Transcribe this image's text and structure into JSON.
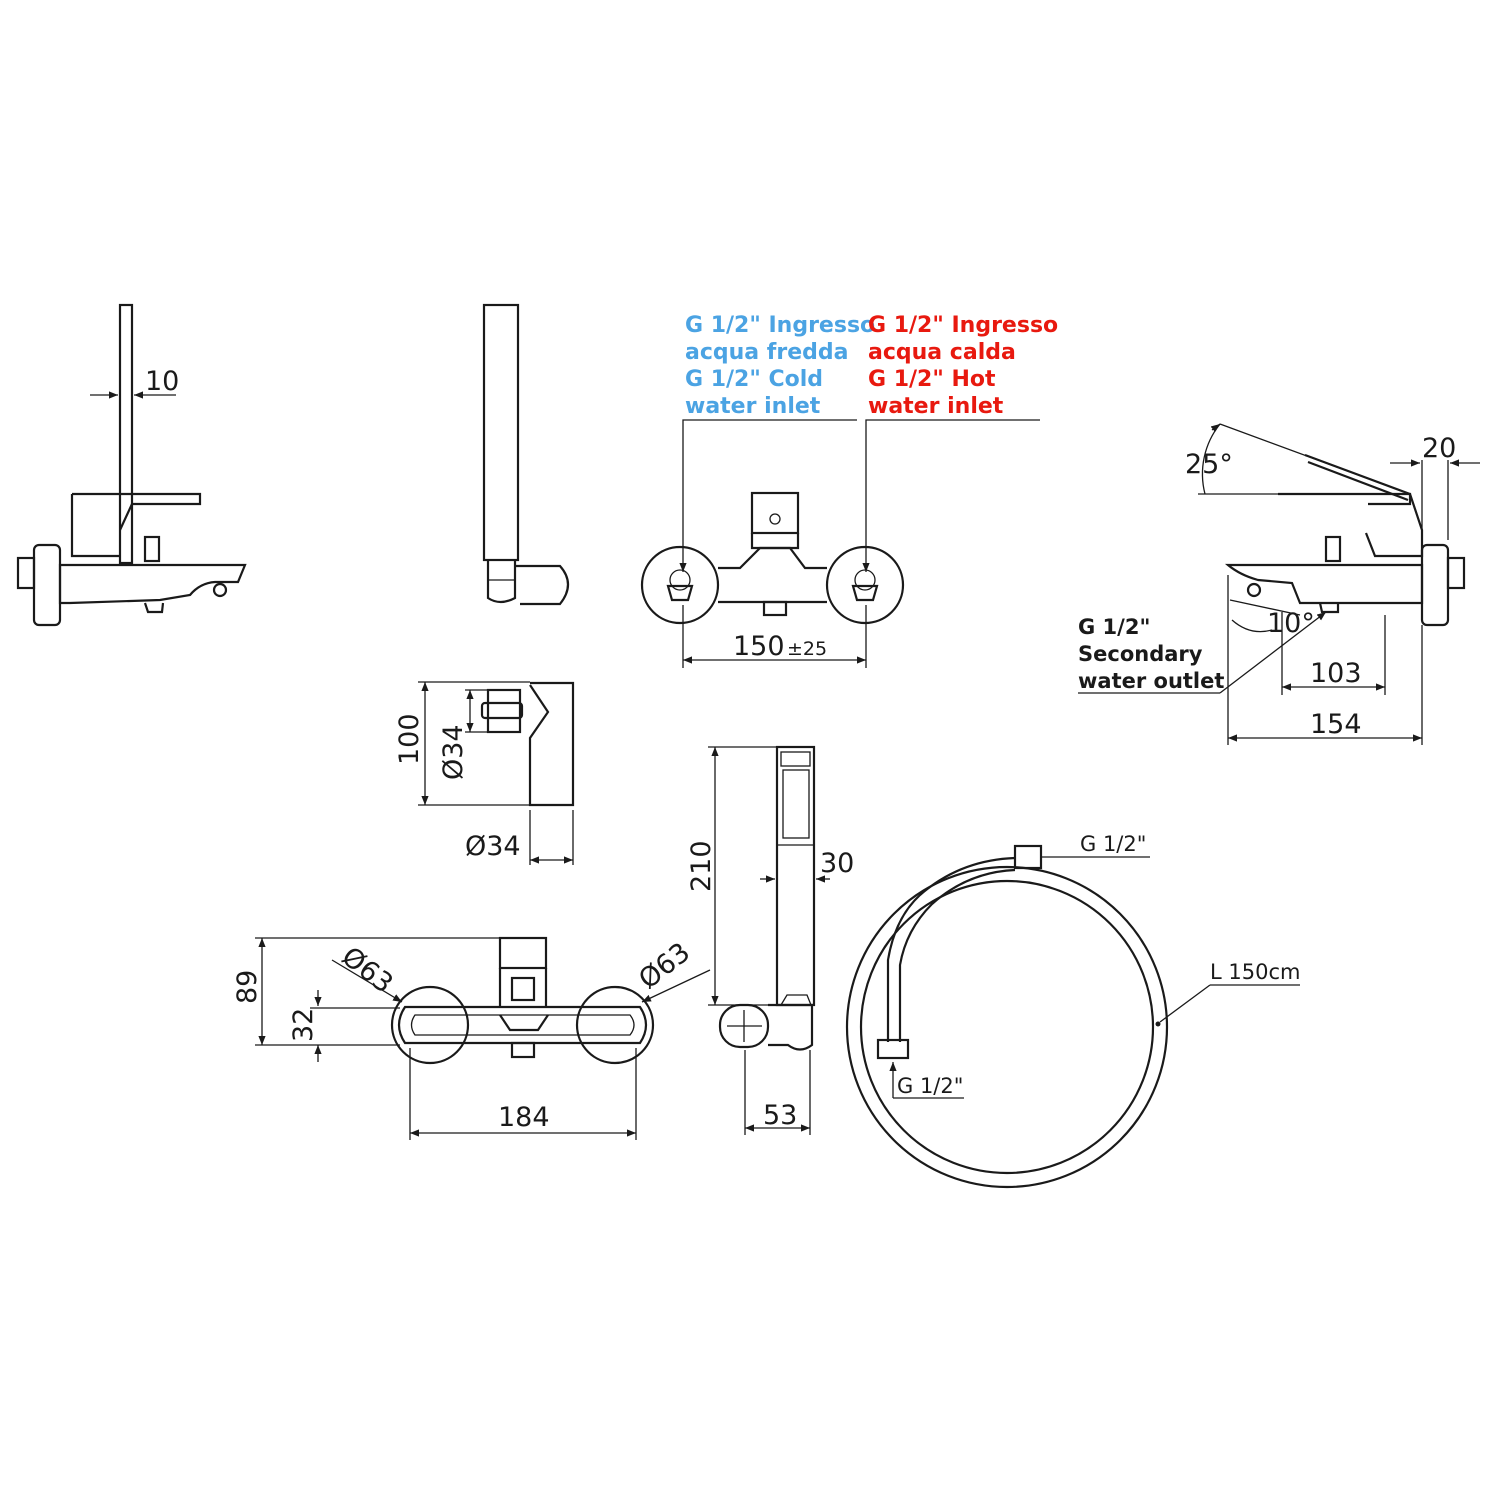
{
  "inlets": {
    "cold": [
      "G 1/2\" Ingresso",
      "acqua fredda",
      "G 1/2\" Cold",
      "water inlet"
    ],
    "hot": [
      "G 1/2\" Ingresso",
      "acqua calda",
      "G 1/2\" Hot",
      "water inlet"
    ],
    "color_cold": "#4ba3e3",
    "color_hot": "#e8190f"
  },
  "secondary_outlet": [
    "G 1/2\"",
    "Secondary",
    "water outlet"
  ],
  "dimensions": {
    "rail_thickness": "10",
    "inlet_spacing": "150",
    "inlet_tolerance": "±25",
    "lever_angle": "25°",
    "spout_angle": "10°",
    "flange_depth": "20",
    "spout_reach": "103",
    "total_depth": "154",
    "bracket_height": "100",
    "bracket_inner_diameter": "Ø34",
    "bracket_diameter": "Ø34",
    "handshower_length": "210",
    "handshower_width": "30",
    "holder_depth": "53",
    "mixer_height": "89",
    "body_height": "32",
    "flange_diameter_left": "Ø63",
    "flange_diameter_right": "Ø63",
    "mixer_width": "184"
  },
  "hose": {
    "length": "L 150cm",
    "connector_top": "G 1/2\"",
    "connector_bottom": "G 1/2\""
  }
}
